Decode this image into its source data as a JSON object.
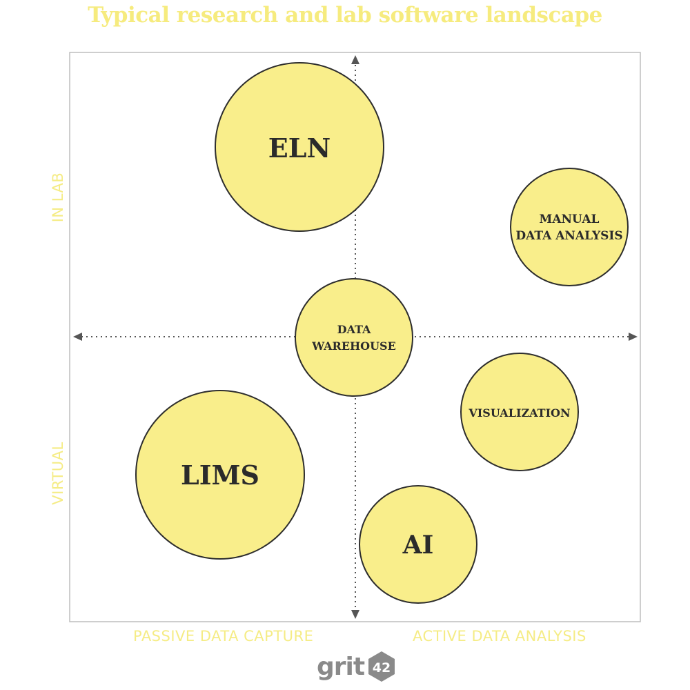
{
  "title": "Typical research and lab software landscape",
  "axes": {
    "y_top": "IN LAB",
    "y_bottom": "VIRTUAL",
    "x_left": "PASSIVE DATA CAPTURE",
    "x_right": "ACTIVE DATA ANALYSIS"
  },
  "nodes": {
    "eln": {
      "line1": "ELN"
    },
    "manual": {
      "line1": "MANUAL",
      "line2": "DATA ANALYSIS"
    },
    "warehouse": {
      "line1": "DATA",
      "line2": "WAREHOUSE"
    },
    "visualization": {
      "line1": "VISUALIZATION"
    },
    "lims": {
      "line1": "LIMS"
    },
    "ai": {
      "line1": "AI"
    }
  },
  "logo": {
    "text": "grit",
    "badge": "42"
  },
  "colors": {
    "circle_fill": "#f9ee8b",
    "circle_stroke": "#2d2d2d",
    "accent": "#f6eb7e",
    "logo": "#8a8a8a"
  }
}
